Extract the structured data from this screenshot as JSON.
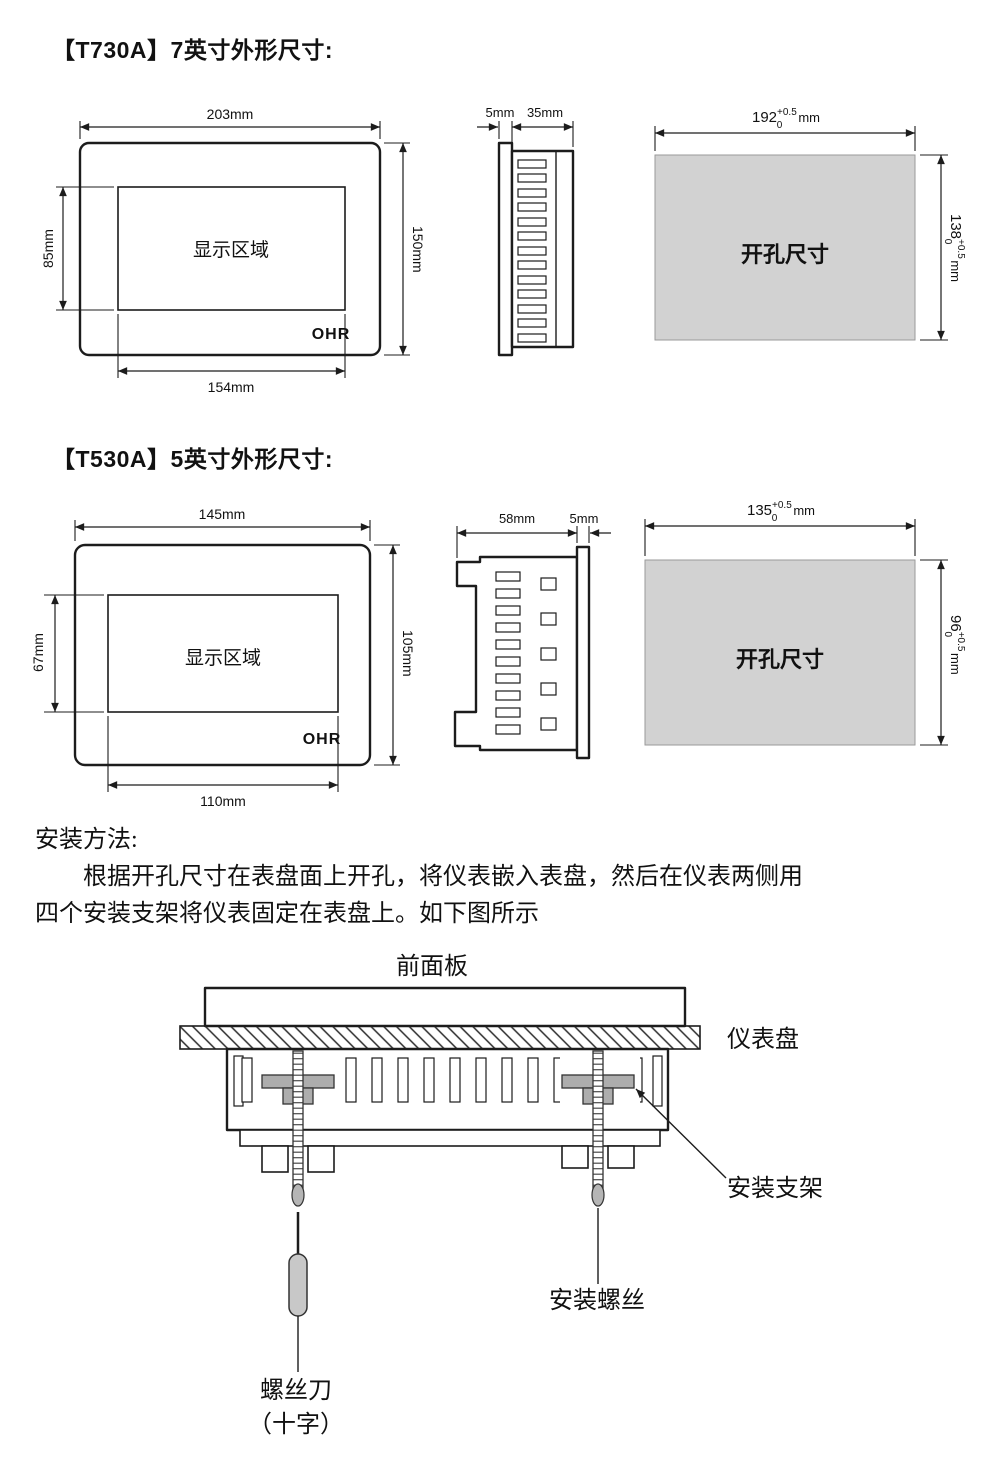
{
  "t730a": {
    "heading": "【T730A】7英寸外形尺寸:",
    "front": {
      "display_label": "显示区域",
      "logo": "OHR",
      "dim_width": "203mm",
      "dim_height": "150mm",
      "dim_display_height": "85mm",
      "dim_display_width": "154mm"
    },
    "side": {
      "dim_flange": "5mm",
      "dim_depth": "35mm"
    },
    "cutout": {
      "label": "开孔尺寸",
      "dim_width": "192",
      "dim_width_tol_plus": "+0.5",
      "dim_width_tol_minus": "0",
      "dim_width_unit": "mm",
      "dim_height": "138",
      "dim_height_tol_plus": "+0.5",
      "dim_height_tol_minus": "0",
      "dim_height_unit": "mm"
    }
  },
  "t530a": {
    "heading": "【T530A】5英寸外形尺寸:",
    "front": {
      "display_label": "显示区域",
      "logo": "OHR",
      "dim_width": "145mm",
      "dim_height": "105mm",
      "dim_display_height": "67mm",
      "dim_display_width": "110mm"
    },
    "side": {
      "dim_depth": "58mm",
      "dim_flange": "5mm"
    },
    "cutout": {
      "label": "开孔尺寸",
      "dim_width": "135",
      "dim_width_tol_plus": "+0.5",
      "dim_width_tol_minus": "0",
      "dim_width_unit": "mm",
      "dim_height": "96",
      "dim_height_tol_plus": "+0.5",
      "dim_height_tol_minus": "0",
      "dim_height_unit": "mm"
    }
  },
  "install": {
    "heading": "安装方法:",
    "paragraph": "根据开孔尺寸在表盘面上开孔，将仪表嵌入表盘，然后在仪表两侧用四个安装支架将仪表固定在表盘上。如下图所示",
    "labels": {
      "front_panel": "前面板",
      "instrument_panel": "仪表盘",
      "bracket": "安装支架",
      "screw": "安装螺丝",
      "screwdriver_line1": "螺丝刀",
      "screwdriver_line2": "（十字）"
    }
  },
  "colors": {
    "line": "#1c1c1c",
    "cutout_fill": "#d2d2d2",
    "bracket_fill": "#adadad",
    "handle_fill": "#c8c8c8"
  }
}
